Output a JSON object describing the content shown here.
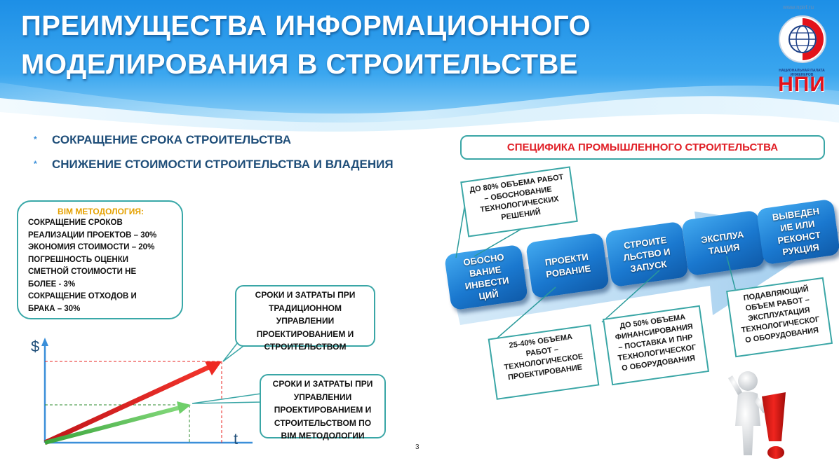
{
  "header": {
    "title_line1": "ПРЕИМУЩЕСТВА ИНФОРМАЦИОННОГО",
    "title_line2": "МОДЕЛИРОВАНИЯ В СТРОИТЕЛЬСТВЕ"
  },
  "logo": {
    "url": "www.npirf.ru",
    "caption": "НАЦИОНАЛЬНАЯ ПАЛАТА ИНЖЕНЕРОВ",
    "abbr": "НПИ",
    "icon": "npi-logo-globe-gear"
  },
  "bullets": {
    "marker": "*",
    "items": [
      "СОКРАЩЕНИЕ СРОКА СТРОИТЕЛЬСТВА",
      "СНИЖЕНИЕ  СТОИМОСТИ СТРОИТЕЛЬСТВА  И ВЛАДЕНИЯ"
    ]
  },
  "bim_box": {
    "heading": "BIM МЕТОДОЛОГИЯ:",
    "lines": [
      "СОКРАЩЕНИЕ СРОКОВ",
      "РЕАЛИЗАЦИИ ПРОЕКТОВ – 30%",
      "ЭКОНОМИЯ СТОИМОСТИ – 20%",
      "ПОГРЕШНОСТЬ ОЦЕНКИ",
      "СМЕТНОЙ СТОИМОСТИ НЕ",
      "БОЛЕЕ - 3%",
      "СОКРАЩЕНИЕ ОТХОДОВ И",
      "БРАКА – 30%"
    ]
  },
  "cost_chart": {
    "y_axis_label": "$",
    "x_axis_label": "t",
    "traditional_callout": [
      "СРОКИ И ЗАТРАТЫ ПРИ",
      "ТРАДИЦИОННОМ",
      "УПРАВЛЕНИИ",
      "ПРОЕКТИРОВАНИЕМ И",
      "СТРОИТЕЛЬСТВОМ"
    ],
    "bim_callout": [
      "СРОКИ И ЗАТРАТЫ ПРИ",
      "УПРАВЛЕНИИ",
      "ПРОЕКТИРОВАНИЕМ И",
      "СТРОИТЕЛЬСТВОМ ПО",
      "BIM МЕТОДОЛОГИИ"
    ],
    "traditional_color": "#e8231f",
    "bim_color": "#5cc45a"
  },
  "page_number": "3",
  "specifics": {
    "heading": "СПЕЦИФИКА ПРОМЫШЛЕННОГО СТРОИТЕЛЬСТВА",
    "steps": [
      {
        "lines": [
          "ОБОСНО",
          "ВАНИЕ",
          "ИНВЕСТИ",
          "ЦИЙ"
        ]
      },
      {
        "lines": [
          "ПРОЕКТИ",
          "РОВАНИЕ"
        ]
      },
      {
        "lines": [
          "СТРОИТЕ",
          "ЛЬСТВО И",
          "ЗАПУСК"
        ]
      },
      {
        "lines": [
          "ЭКСПЛУА",
          "ТАЦИЯ"
        ]
      },
      {
        "lines": [
          "ВЫВЕДЕН",
          "ИЕ ИЛИ",
          "РЕКОНСТ",
          "РУКЦИЯ"
        ]
      }
    ],
    "notes": [
      [
        "ДО 80% ОБЪЕМА РАБОТ",
        "– ОБОСНОВАНИЕ",
        "ТЕХНОЛОГИЧЕСКИХ",
        "РЕШЕНИЙ"
      ],
      [
        "25-40% ОБЪЕМА",
        "РАБОТ –",
        "ТЕХНОЛОГИЧЕСКОЕ",
        "ПРОЕКТИРОВАНИЕ"
      ],
      [
        "ДО 50% ОБЪЕМА",
        "ФИНАНСИРОВАНИЯ",
        "– ПОСТАВКА И ПНР",
        "ТЕХНОЛОГИЧЕСКОГ",
        "О ОБОРУДОВАНИЯ"
      ],
      [
        "ПОДАВЛЯЮЩИЙ",
        "ОБЪЕМ РАБОТ –",
        "ЭКСПЛУАТАЦИЯ",
        "ТЕХНОЛОГИЧЕСКОГ",
        "О ОБОРУДОВАНИЯ"
      ]
    ],
    "arrow_color": "#8fc3ea",
    "step_color": "#1f80d8"
  }
}
